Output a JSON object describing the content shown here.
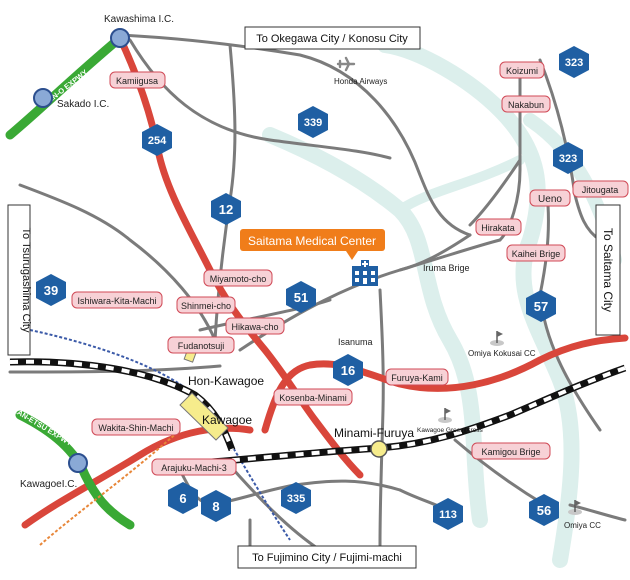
{
  "edge_labels": {
    "north": "To Okegawa City / Konosu City",
    "south": "To Fujimino City / Fujimi-machi",
    "west": "To Tsurugashima City",
    "east": "To Saitama City"
  },
  "destination": {
    "label": "Saitama Medical Center",
    "icon": "hospital-icon"
  },
  "expressways": [
    {
      "id": "ken-o",
      "label": "KEN-O EXPWY",
      "color": "#3aa935"
    },
    {
      "id": "kan-etsu",
      "label": "KAN-ETSU EXPWY",
      "color": "#3aa935"
    }
  ],
  "interchanges": {
    "kawashima": "Kawashima I.C.",
    "sakado": "Sakado I.C.",
    "kawagoe": "KawagoeI.C."
  },
  "route_markers": {
    "r323a": "323",
    "r339": "339",
    "r254": "254",
    "r323b": "323",
    "r12": "12",
    "r51": "51",
    "r39": "39",
    "r57": "57",
    "r16": "16",
    "r6": "6",
    "r8": "8",
    "r335": "335",
    "r113": "113",
    "r56": "56"
  },
  "intersections": {
    "kamiigusa": "Kamiigusa",
    "koizumi": "Koizumi",
    "nakabun": "Nakabun",
    "jitougata": "Jitougata",
    "ueno": "Ueno",
    "hirakata": "Hirakata",
    "kaihei": "Kaihei Brige",
    "miyamoto": "Miyamoto-cho",
    "shinmei": "Shinmei-cho",
    "hikawa": "Hikawa-cho",
    "fudanotsuji": "Fudanotsuji",
    "ishiwara": "Ishiwara-Kita-Machi",
    "kosenba": "Kosenba-Minami",
    "furuya": "Furuya-Kami",
    "wakita": "Wakita-Shin-Machi",
    "arajuku": "Arajuku-Machi-3",
    "kamigou": "Kamigou Brige"
  },
  "places": {
    "honda": "Honda Airways",
    "iruma": "Iruma Brige",
    "isanuma": "Isanuma",
    "omiya_kokusai": "Omiya Kokusai CC",
    "kawagoe_green": "Kawagoe Green Cross",
    "omiya_cc": "Omiya CC"
  },
  "stations": {
    "hon_kawagoe": "Hon-Kawagoe",
    "kawagoe": "Kawagoe",
    "minami_furuya": "Minami-Furuya"
  },
  "colors": {
    "river": "#dcefec",
    "road": "#7b7b7b",
    "main_road": "#d9463b",
    "expressway": "#3aa935",
    "route_marker": "#1f5fa3",
    "intersection_fill": "#f7d1d6",
    "intersection_stroke": "#d04a57",
    "destination_fill": "#f07d1a",
    "station": "#f6ec8c",
    "rail_private": "#3b5aa8",
    "rail_orange": "#e8873a"
  }
}
